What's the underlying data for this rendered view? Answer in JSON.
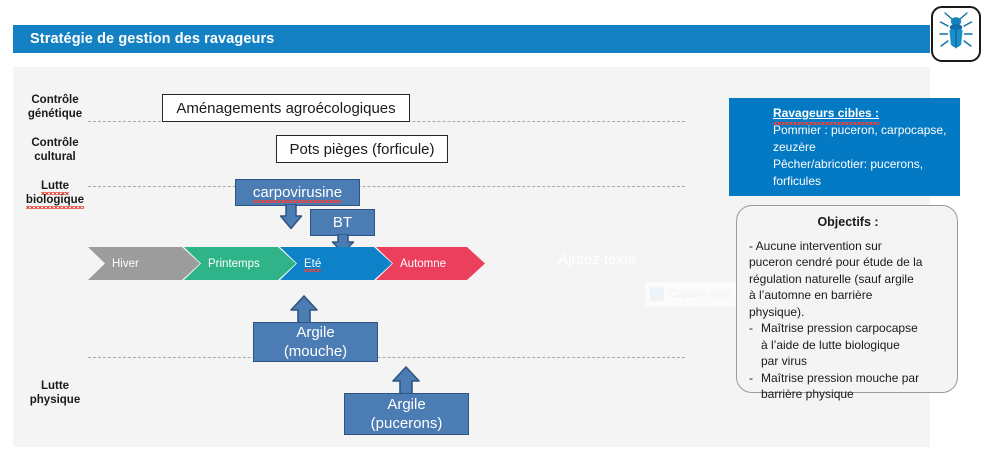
{
  "header": {
    "title": "Stratégie de gestion des ravageurs",
    "bar_color": "#1481c4",
    "logo_icon": "beetle-icon"
  },
  "row_labels": [
    {
      "id": "controle-genetique",
      "line1": "Contrôle",
      "line2": "génétique",
      "misspelled": false
    },
    {
      "id": "controle-cultural",
      "line1": "Contrôle",
      "line2": "cultural",
      "misspelled": false
    },
    {
      "id": "lutte-biologique",
      "line1": "Lutte",
      "line2": "biologique",
      "misspelled": true
    },
    {
      "id": "lutte-physique",
      "line1": "Lutte",
      "line2": "physique",
      "misspelled": false
    }
  ],
  "outline_boxes": [
    {
      "id": "amenagements",
      "label": "Aménagements agroécologiques"
    },
    {
      "id": "pots-pieges",
      "label": "Pots pièges (forficule)"
    }
  ],
  "blue_boxes": [
    {
      "id": "carpovirusine",
      "label": "carpovirusine",
      "misspelled": true
    },
    {
      "id": "bt",
      "label": "BT",
      "misspelled": false
    },
    {
      "id": "argile-mouche",
      "line1": "Argile",
      "line2": "(mouche)",
      "misspelled": false
    },
    {
      "id": "argile-pucerons",
      "line1": "Argile",
      "line2": "(pucerons)",
      "misspelled": false
    }
  ],
  "seasons": [
    {
      "label": "Hiver",
      "color": "#9c9c9c",
      "misspelled": false
    },
    {
      "label": "Printemps",
      "color": "#2fb489",
      "misspelled": false
    },
    {
      "label": "Eté",
      "color": "#0d82c8",
      "misspelled": true
    },
    {
      "label": "Automne",
      "color": "#ec3f5e",
      "misspelled": false
    }
  ],
  "info_panel": {
    "heading": "Ravageurs cibles :",
    "lines": [
      "Pommier : puceron, carpocapse,",
      "zeuzère",
      "Pêcher/abricotier: pucerons,",
      "forficules"
    ],
    "background": "#0479c4"
  },
  "objectives": {
    "title": "Objectifs :",
    "paragraph_lines": [
      "-  Aucune intervention sur",
      "puceron cendré pour étude de la",
      "régulation naturelle (sauf argile",
      "à l’automne en barrière",
      "physique)."
    ],
    "bullets": [
      {
        "dash": "-",
        "lines": [
          "Maîtrise pression carpocapse",
          "à l’aide de lutte biologique",
          "par virus"
        ]
      },
      {
        "dash": "-",
        "lines": [
          "Maîtrise pression mouche par",
          "barrière physique"
        ]
      }
    ]
  },
  "artifacts": {
    "watermark_text": "Ajutez texte",
    "ghost_toolbar_label": "Capture texte",
    "ghost_toolbar_icon": "capture-icon"
  },
  "colors": {
    "panel_background": "#f4f4f4",
    "blue_box_fill": "#4b7cb4",
    "blue_box_border": "#2e5581",
    "accent_blue": "#1481c4",
    "squiggle_red": "#e8443a"
  }
}
